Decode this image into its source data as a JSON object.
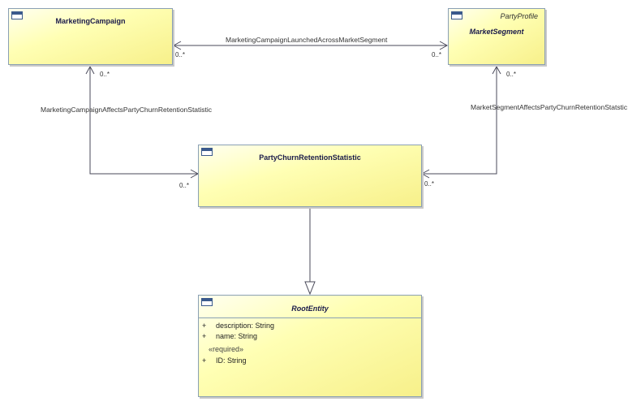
{
  "classes": {
    "marketing_campaign": {
      "name": "MarketingCampaign"
    },
    "market_segment": {
      "name": "MarketSegment",
      "stereotype": "PartyProfile"
    },
    "party_churn": {
      "name": "PartyChurnRetentionStatistic"
    },
    "root_entity": {
      "name": "RootEntity",
      "attributes": [
        {
          "visibility": "+",
          "text": "description: String"
        },
        {
          "visibility": "+",
          "text": "name: String"
        }
      ],
      "required_label": "«required»",
      "required_attributes": [
        {
          "visibility": "+",
          "text": "ID: String"
        }
      ]
    }
  },
  "associations": {
    "campaign_segment": {
      "label": "MarketingCampaignLaunchedAcrossMarketSegment",
      "mult_source": "0..*",
      "mult_target": "0..*"
    },
    "campaign_churn": {
      "label": "MarketingCampaignAffectsPartyChurnRetentionStatistic",
      "mult_source": "0..*",
      "mult_target": "0..*"
    },
    "segment_churn": {
      "label": "MarketSegmentAffectsPartyChurnRetentionStatstic",
      "mult_source": "0..*",
      "mult_target": "0..*"
    }
  }
}
